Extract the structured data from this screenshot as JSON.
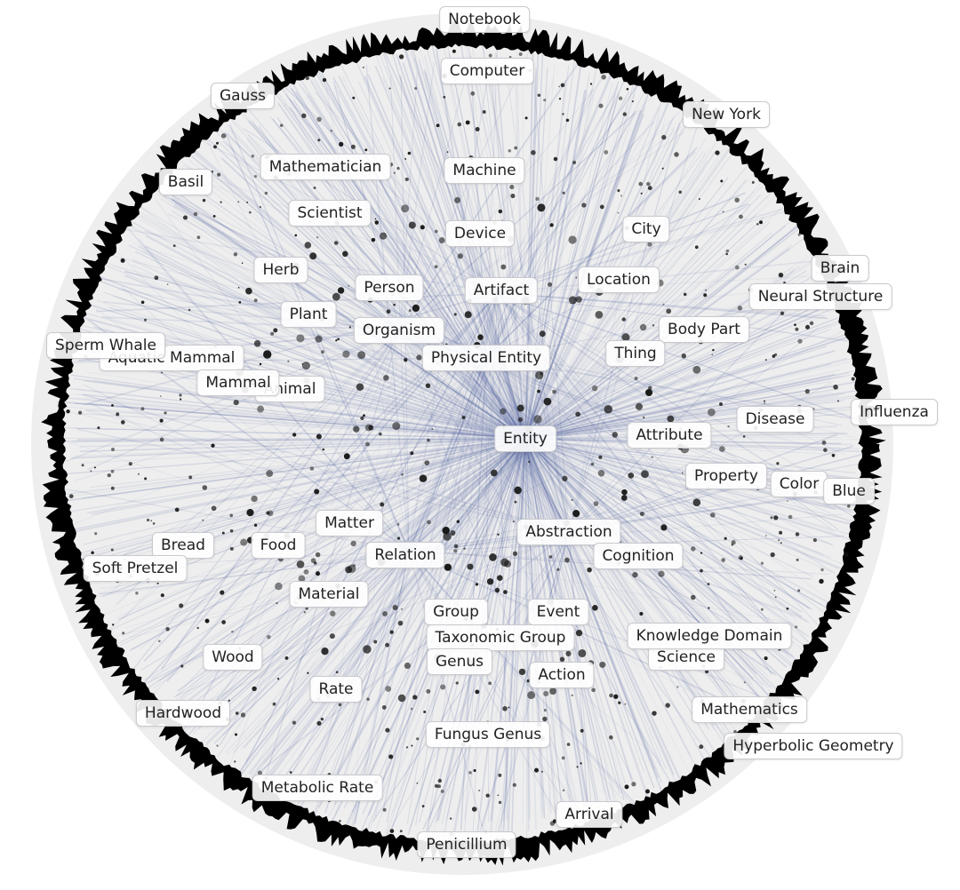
{
  "diagram": {
    "colors": {
      "background": "#ffffff",
      "disk_fill": "#eeeeee",
      "edge_color": "#3b4f95",
      "node_color": "#1a1a1a",
      "rim_color": "#000000"
    },
    "center_node": "Entity",
    "labels": [
      {
        "id": "notebook",
        "text": "Notebook"
      },
      {
        "id": "computer",
        "text": "Computer"
      },
      {
        "id": "gauss",
        "text": "Gauss"
      },
      {
        "id": "new-york",
        "text": "New York"
      },
      {
        "id": "mathematician",
        "text": "Mathematician"
      },
      {
        "id": "machine",
        "text": "Machine"
      },
      {
        "id": "basil",
        "text": "Basil"
      },
      {
        "id": "scientist",
        "text": "Scientist"
      },
      {
        "id": "device",
        "text": "Device"
      },
      {
        "id": "city",
        "text": "City"
      },
      {
        "id": "brain",
        "text": "Brain"
      },
      {
        "id": "herb",
        "text": "Herb"
      },
      {
        "id": "person",
        "text": "Person"
      },
      {
        "id": "artifact",
        "text": "Artifact"
      },
      {
        "id": "location",
        "text": "Location"
      },
      {
        "id": "neural-structure",
        "text": "Neural Structure"
      },
      {
        "id": "plant",
        "text": "Plant"
      },
      {
        "id": "organism",
        "text": "Organism"
      },
      {
        "id": "body-part",
        "text": "Body Part"
      },
      {
        "id": "sperm-whale",
        "text": "Sperm Whale"
      },
      {
        "id": "aquatic-mammal",
        "text": "Aquatic Mammal"
      },
      {
        "id": "physical-entity",
        "text": "Physical Entity"
      },
      {
        "id": "thing",
        "text": "Thing"
      },
      {
        "id": "mammal",
        "text": "Mammal"
      },
      {
        "id": "animal",
        "text": "Animal"
      },
      {
        "id": "entity",
        "text": "Entity"
      },
      {
        "id": "disease",
        "text": "Disease"
      },
      {
        "id": "influenza",
        "text": "Influenza"
      },
      {
        "id": "attribute",
        "text": "Attribute"
      },
      {
        "id": "property",
        "text": "Property"
      },
      {
        "id": "color",
        "text": "Color"
      },
      {
        "id": "blue",
        "text": "Blue"
      },
      {
        "id": "matter",
        "text": "Matter"
      },
      {
        "id": "bread",
        "text": "Bread"
      },
      {
        "id": "food",
        "text": "Food"
      },
      {
        "id": "abstraction",
        "text": "Abstraction"
      },
      {
        "id": "soft-pretzel",
        "text": "Soft Pretzel"
      },
      {
        "id": "relation",
        "text": "Relation"
      },
      {
        "id": "cognition",
        "text": "Cognition"
      },
      {
        "id": "material",
        "text": "Material"
      },
      {
        "id": "group",
        "text": "Group"
      },
      {
        "id": "event",
        "text": "Event"
      },
      {
        "id": "taxonomic-group",
        "text": "Taxonomic Group"
      },
      {
        "id": "knowledge-domain",
        "text": "Knowledge Domain"
      },
      {
        "id": "science",
        "text": "Science"
      },
      {
        "id": "wood",
        "text": "Wood"
      },
      {
        "id": "genus",
        "text": "Genus"
      },
      {
        "id": "action",
        "text": "Action"
      },
      {
        "id": "rate",
        "text": "Rate"
      },
      {
        "id": "hardwood",
        "text": "Hardwood"
      },
      {
        "id": "mathematics",
        "text": "Mathematics"
      },
      {
        "id": "fungus-genus",
        "text": "Fungus Genus"
      },
      {
        "id": "hyperbolic-geometry",
        "text": "Hyperbolic Geometry"
      },
      {
        "id": "metabolic-rate",
        "text": "Metabolic Rate"
      },
      {
        "id": "arrival",
        "text": "Arrival"
      },
      {
        "id": "penicillium",
        "text": "Penicillium"
      }
    ]
  }
}
